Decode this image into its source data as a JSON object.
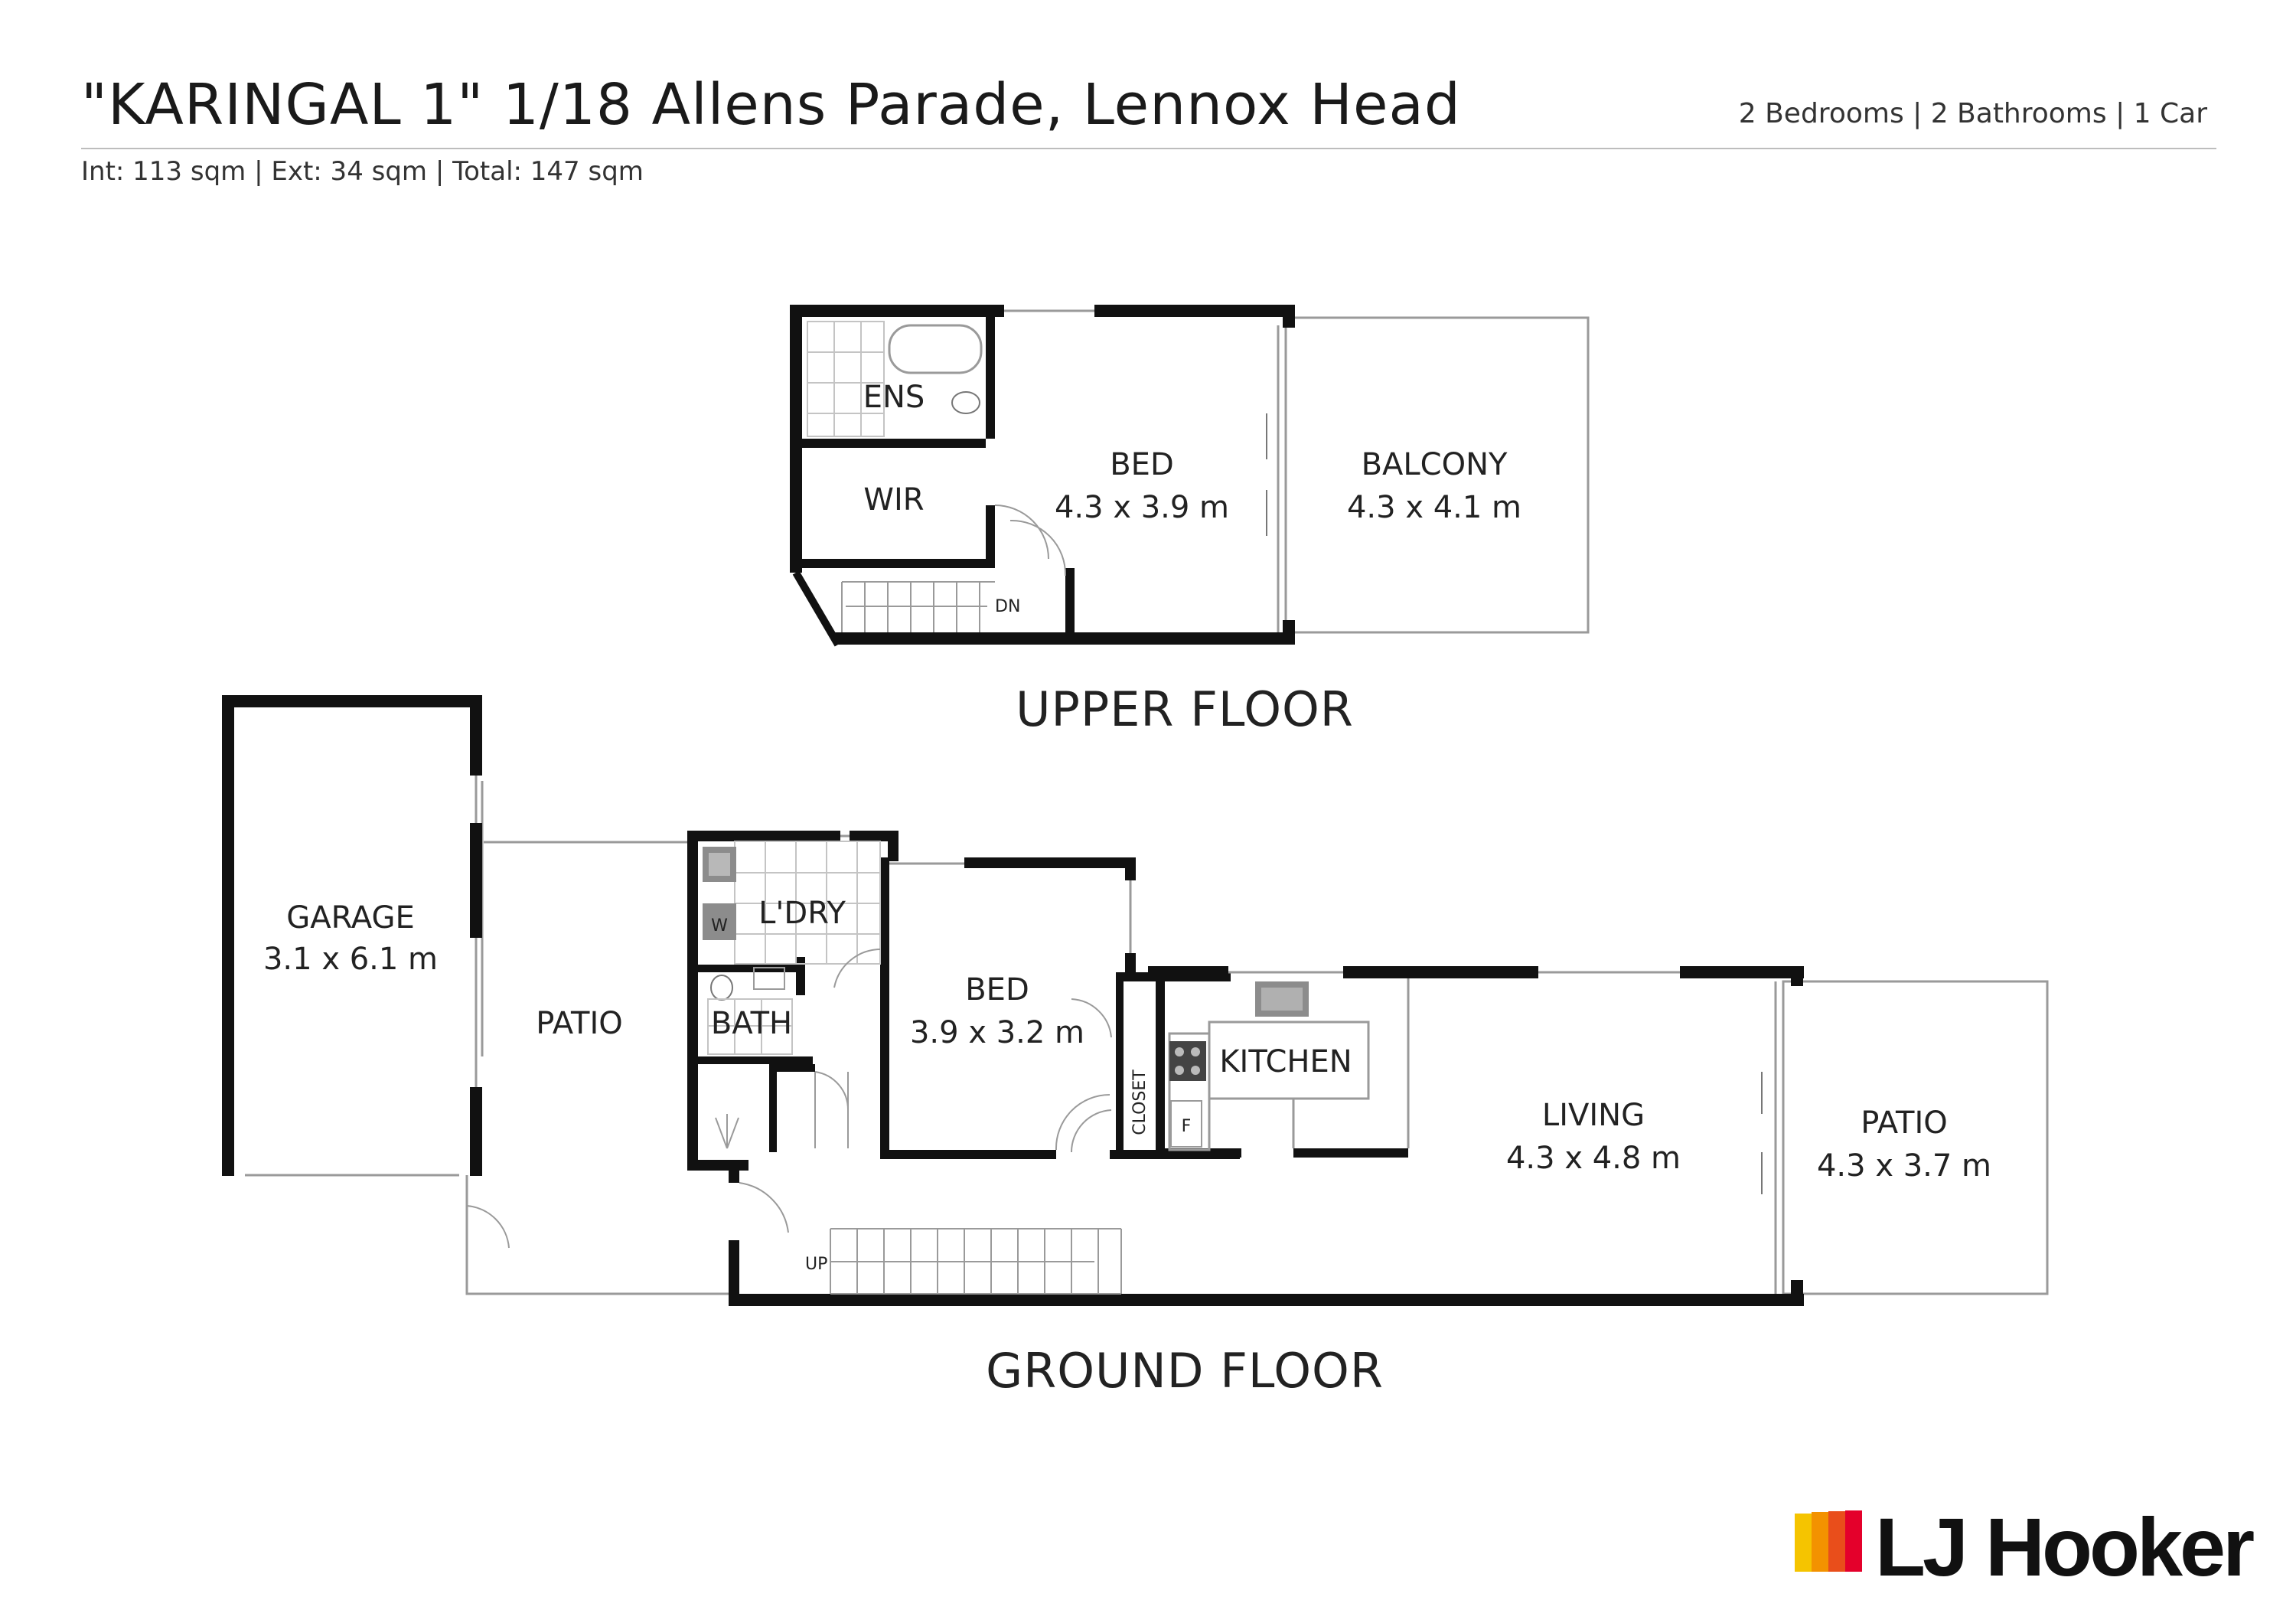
{
  "header": {
    "title": "\"KARINGAL 1\" 1/18 Allens Parade, Lennox Head",
    "specs": "2 Bedrooms  |  2 Bathrooms  |  1 Car",
    "areas": "Int: 113 sqm  |  Ext: 34 sqm  |  Total: 147 sqm"
  },
  "upper_floor": {
    "label": "UPPER FLOOR",
    "ens": "ENS",
    "wir": "WIR",
    "bed_name": "BED",
    "bed_dim": "4.3 x 3.9 m",
    "balcony_name": "BALCONY",
    "balcony_dim": "4.3 x 4.1 m",
    "stair_label": "DN"
  },
  "ground_floor": {
    "label": "GROUND FLOOR",
    "garage_name": "GARAGE",
    "garage_dim": "3.1 x 6.1 m",
    "patio_left": "PATIO",
    "laundry": "L'DRY",
    "washer": "W",
    "bath": "BATH",
    "bed_name": "BED",
    "bed_dim": "3.9 x 3.2 m",
    "closet": "CLOSET",
    "kitchen": "KITCHEN",
    "fridge": "F",
    "living_name": "LIVING",
    "living_dim": "4.3 x 4.8 m",
    "patio_right_name": "PATIO",
    "patio_right_dim": "4.3 x 3.7 m",
    "stair_label": "UP"
  },
  "brand": {
    "name": "LJ Hooker",
    "colors": [
      "#f5c400",
      "#f39200",
      "#e94e1b",
      "#e4002b"
    ]
  }
}
